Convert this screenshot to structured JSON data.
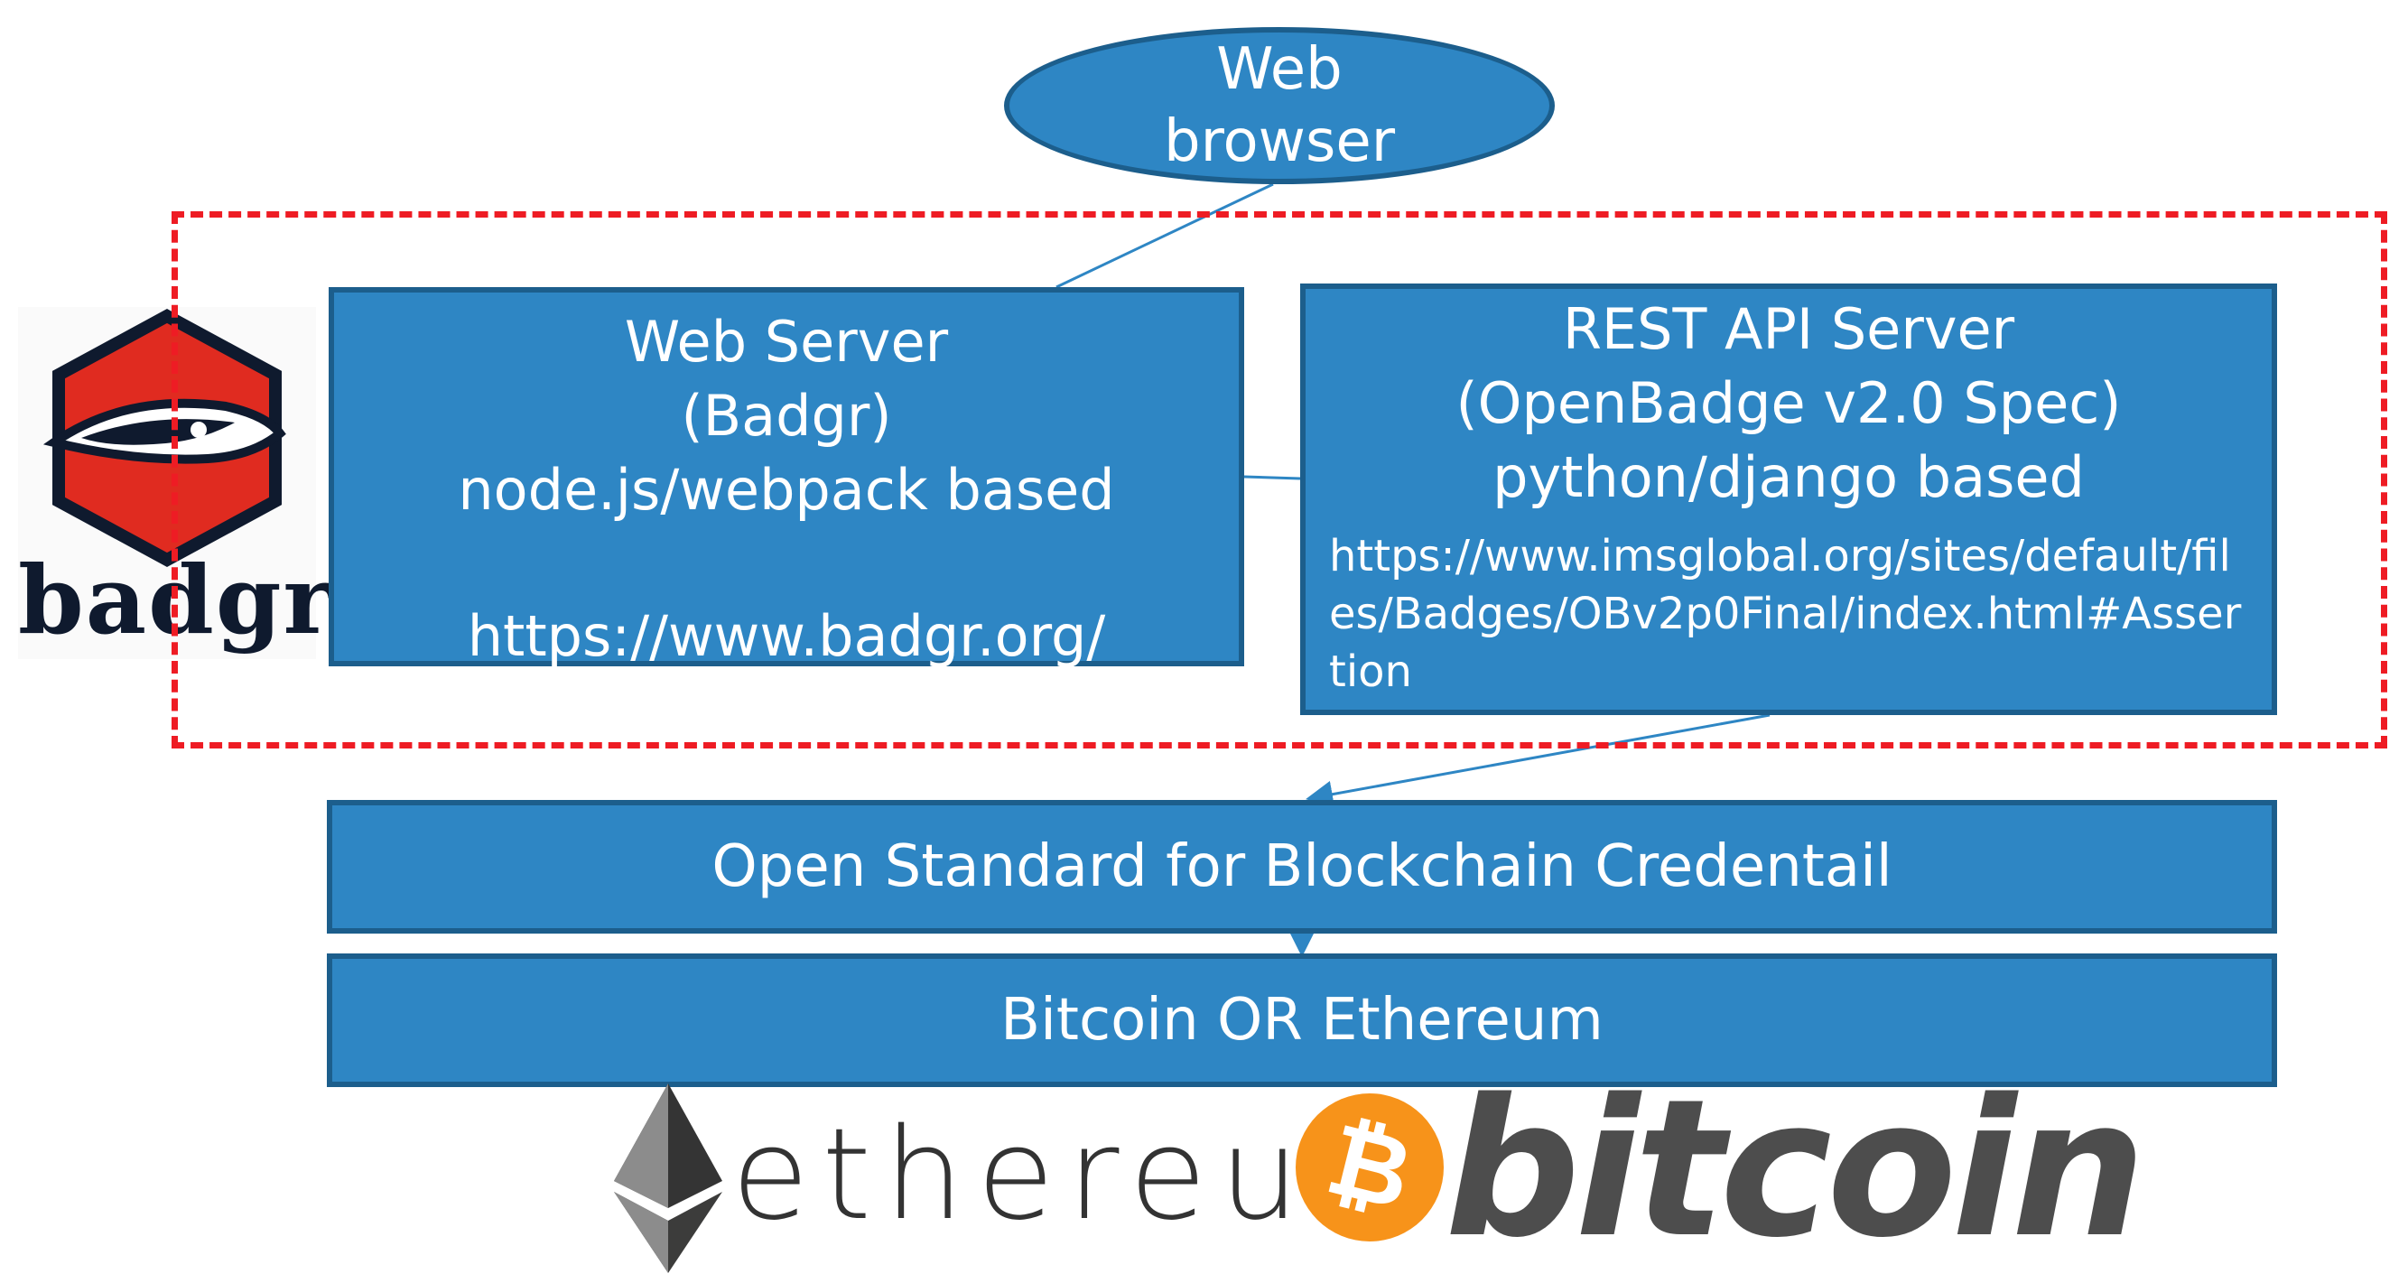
{
  "web_browser": {
    "line1": "Web",
    "line2": "browser"
  },
  "web_server": {
    "title": "Web Server",
    "name": "(Badgr)",
    "tech": "node.js/webpack based",
    "url": "https://www.badgr.org/"
  },
  "rest_server": {
    "title": "REST API Server",
    "spec": "(OpenBadge v2.0 Spec)",
    "tech": "python/django based",
    "url": "https://www.imsglobal.org/sites/default/files/Badges/OBv2p0Final/index.html#Assertion"
  },
  "open_standard": {
    "label": "Open Standard for Blockchain Credentail"
  },
  "blockchain_layer": {
    "label": "Bitcoin OR Ethereum"
  },
  "logos": {
    "badgr": "badgr",
    "ethereum": "ethereum",
    "bitcoin": "bitcoin",
    "bitcoin_symbol": "₿"
  },
  "colors": {
    "box_fill": "#2e86c4",
    "box_border": "#1c5e8c",
    "dashed_frame": "#ee1c24",
    "badgr_red": "#e02b20",
    "bitcoin_orange": "#f7931a"
  }
}
